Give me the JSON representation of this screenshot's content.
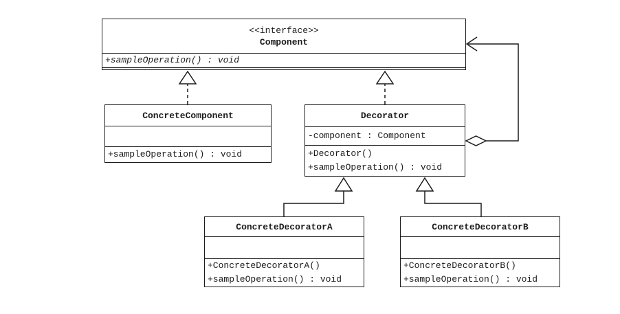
{
  "diagram": {
    "type": "uml-class-diagram",
    "pattern": "Decorator",
    "colors": {
      "line": "#1c1c1c",
      "background": "#ffffff"
    },
    "classes": {
      "component": {
        "stereotype": "<<interface>>",
        "name": "Component",
        "operations": [
          "+sampleOperation() : void"
        ]
      },
      "concrete_component": {
        "name": "ConcreteComponent",
        "operations": [
          "+sampleOperation() : void"
        ]
      },
      "decorator": {
        "name": "Decorator",
        "attributes": [
          "-component : Component"
        ],
        "operations": [
          "+Decorator()",
          "+sampleOperation() : void"
        ]
      },
      "concrete_decorator_a": {
        "name": "ConcreteDecoratorA",
        "operations": [
          "+ConcreteDecoratorA()",
          "+sampleOperation() : void"
        ]
      },
      "concrete_decorator_b": {
        "name": "ConcreteDecoratorB",
        "operations": [
          "+ConcreteDecoratorB()",
          "+sampleOperation() : void"
        ]
      }
    },
    "relationships": [
      {
        "from": "ConcreteComponent",
        "to": "Component",
        "kind": "realization"
      },
      {
        "from": "Decorator",
        "to": "Component",
        "kind": "realization"
      },
      {
        "from": "ConcreteDecoratorA",
        "to": "Decorator",
        "kind": "generalization"
      },
      {
        "from": "ConcreteDecoratorB",
        "to": "Decorator",
        "kind": "generalization"
      },
      {
        "from": "Decorator",
        "to": "Component",
        "kind": "aggregation"
      }
    ]
  }
}
